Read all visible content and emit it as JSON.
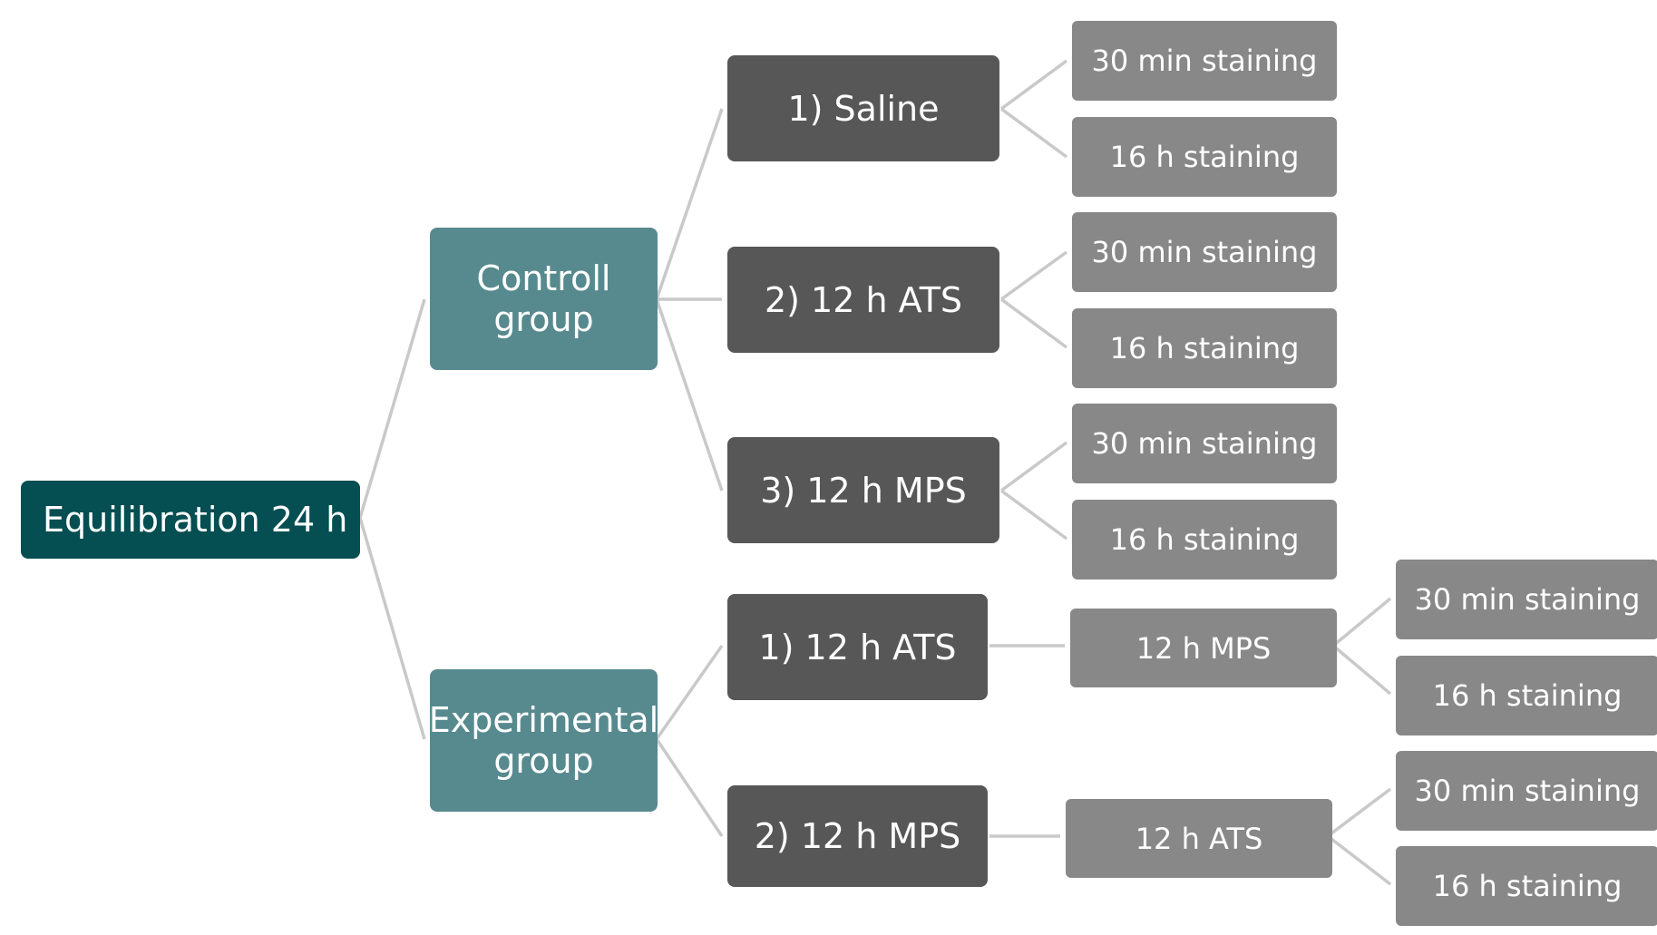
{
  "root": {
    "label": "Equilibration 24 h"
  },
  "groups": {
    "control": {
      "line1": "Controll",
      "line2": "group"
    },
    "experimental": {
      "line1": "Experimental",
      "line2": "group"
    }
  },
  "control_treatments": [
    "1) Saline",
    "2) 12 h ATS",
    "3) 12 h MPS"
  ],
  "experimental_treatments": [
    "1) 12 h ATS",
    "2) 12  h MPS"
  ],
  "experimental_second_steps": [
    "12 h MPS",
    "12 h ATS"
  ],
  "staining": {
    "short": "30 min staining",
    "long": "16 h staining"
  },
  "colors": {
    "root": "#054e52",
    "group": "#578a8e",
    "treatment": "#575757",
    "staining": "#888888",
    "connector": "#c9c9c9"
  }
}
